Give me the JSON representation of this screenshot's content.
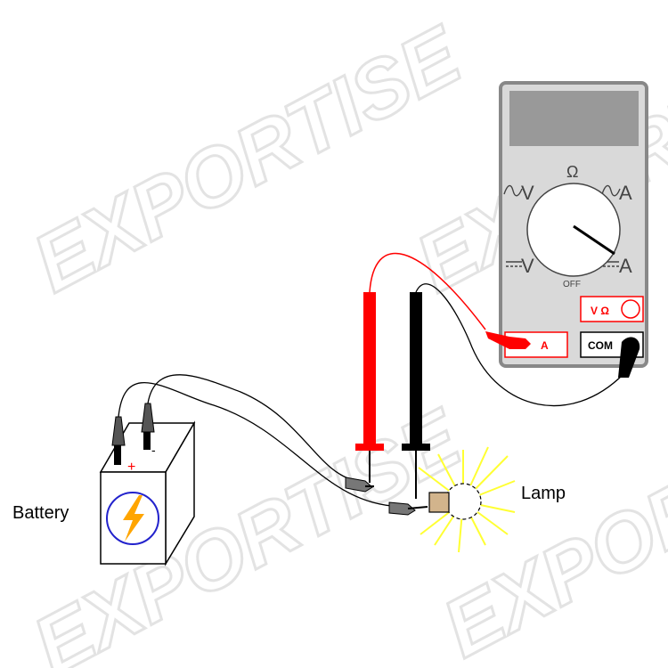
{
  "labels": {
    "battery": "Battery",
    "lamp": "Lamp",
    "plus": "+",
    "minus": "-"
  },
  "meter": {
    "ohm_symbol": "Ω",
    "ac_volts": "V",
    "ac_amps": "A",
    "dc_volts": "V",
    "dc_amps": "A",
    "off": "OFF",
    "jack_v_ohm": "V Ω",
    "jack_a": "A",
    "jack_com": "COM"
  },
  "watermark": {
    "text": "EXPORTISE"
  },
  "colors": {
    "red_lead": "#ff0000",
    "black_lead": "#000000",
    "meter_body": "#d9d9d9",
    "meter_display": "#999999",
    "lamp_rays": "#ffff33",
    "bolt": "#ffa500",
    "battery_circle": "#2222cc",
    "watermark": "#e6e6e6"
  }
}
